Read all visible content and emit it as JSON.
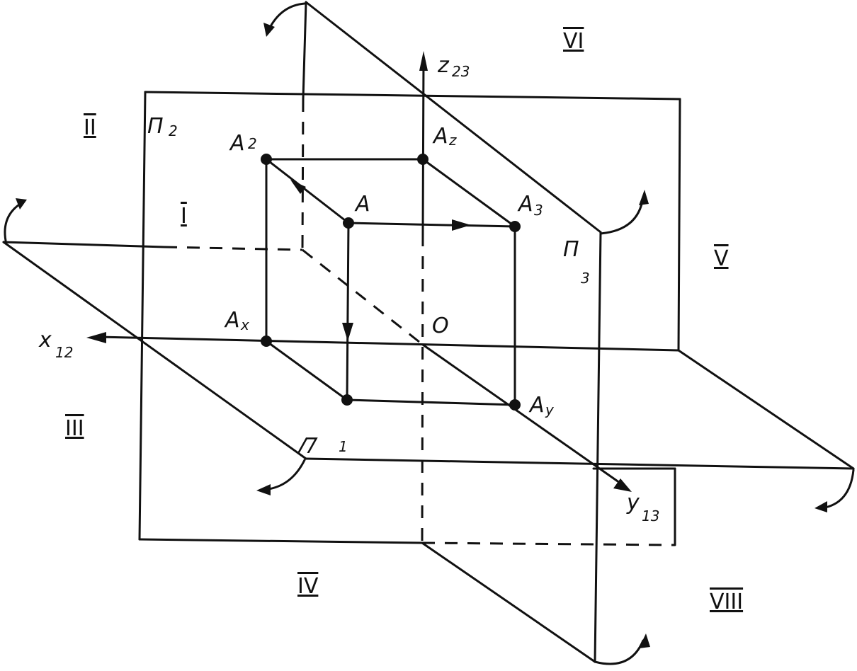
{
  "labels": {
    "z_axis": "z",
    "z_sub": "23",
    "x_axis": "x",
    "x_sub": "12",
    "y_axis": "y",
    "y_sub": "13",
    "origin": "O",
    "plane_p1": "Π",
    "plane_p1_sub": "1",
    "plane_p2": "Π",
    "plane_p2_sub": "2",
    "plane_p3": "Π",
    "plane_p3_sub": "3",
    "point_a": "A",
    "point_a2": "A",
    "point_a2_sub": "2",
    "point_az": "A",
    "point_az_sub": "z",
    "point_a3": "A",
    "point_a3_sub": "3",
    "point_ax": "A",
    "point_ax_sub": "x",
    "point_ay": "A",
    "point_ay_sub": "y"
  },
  "octants": {
    "i": "I",
    "ii": "II",
    "iii": "III",
    "iv": "IV",
    "v": "V",
    "vi": "VI",
    "viii": "VIII"
  }
}
